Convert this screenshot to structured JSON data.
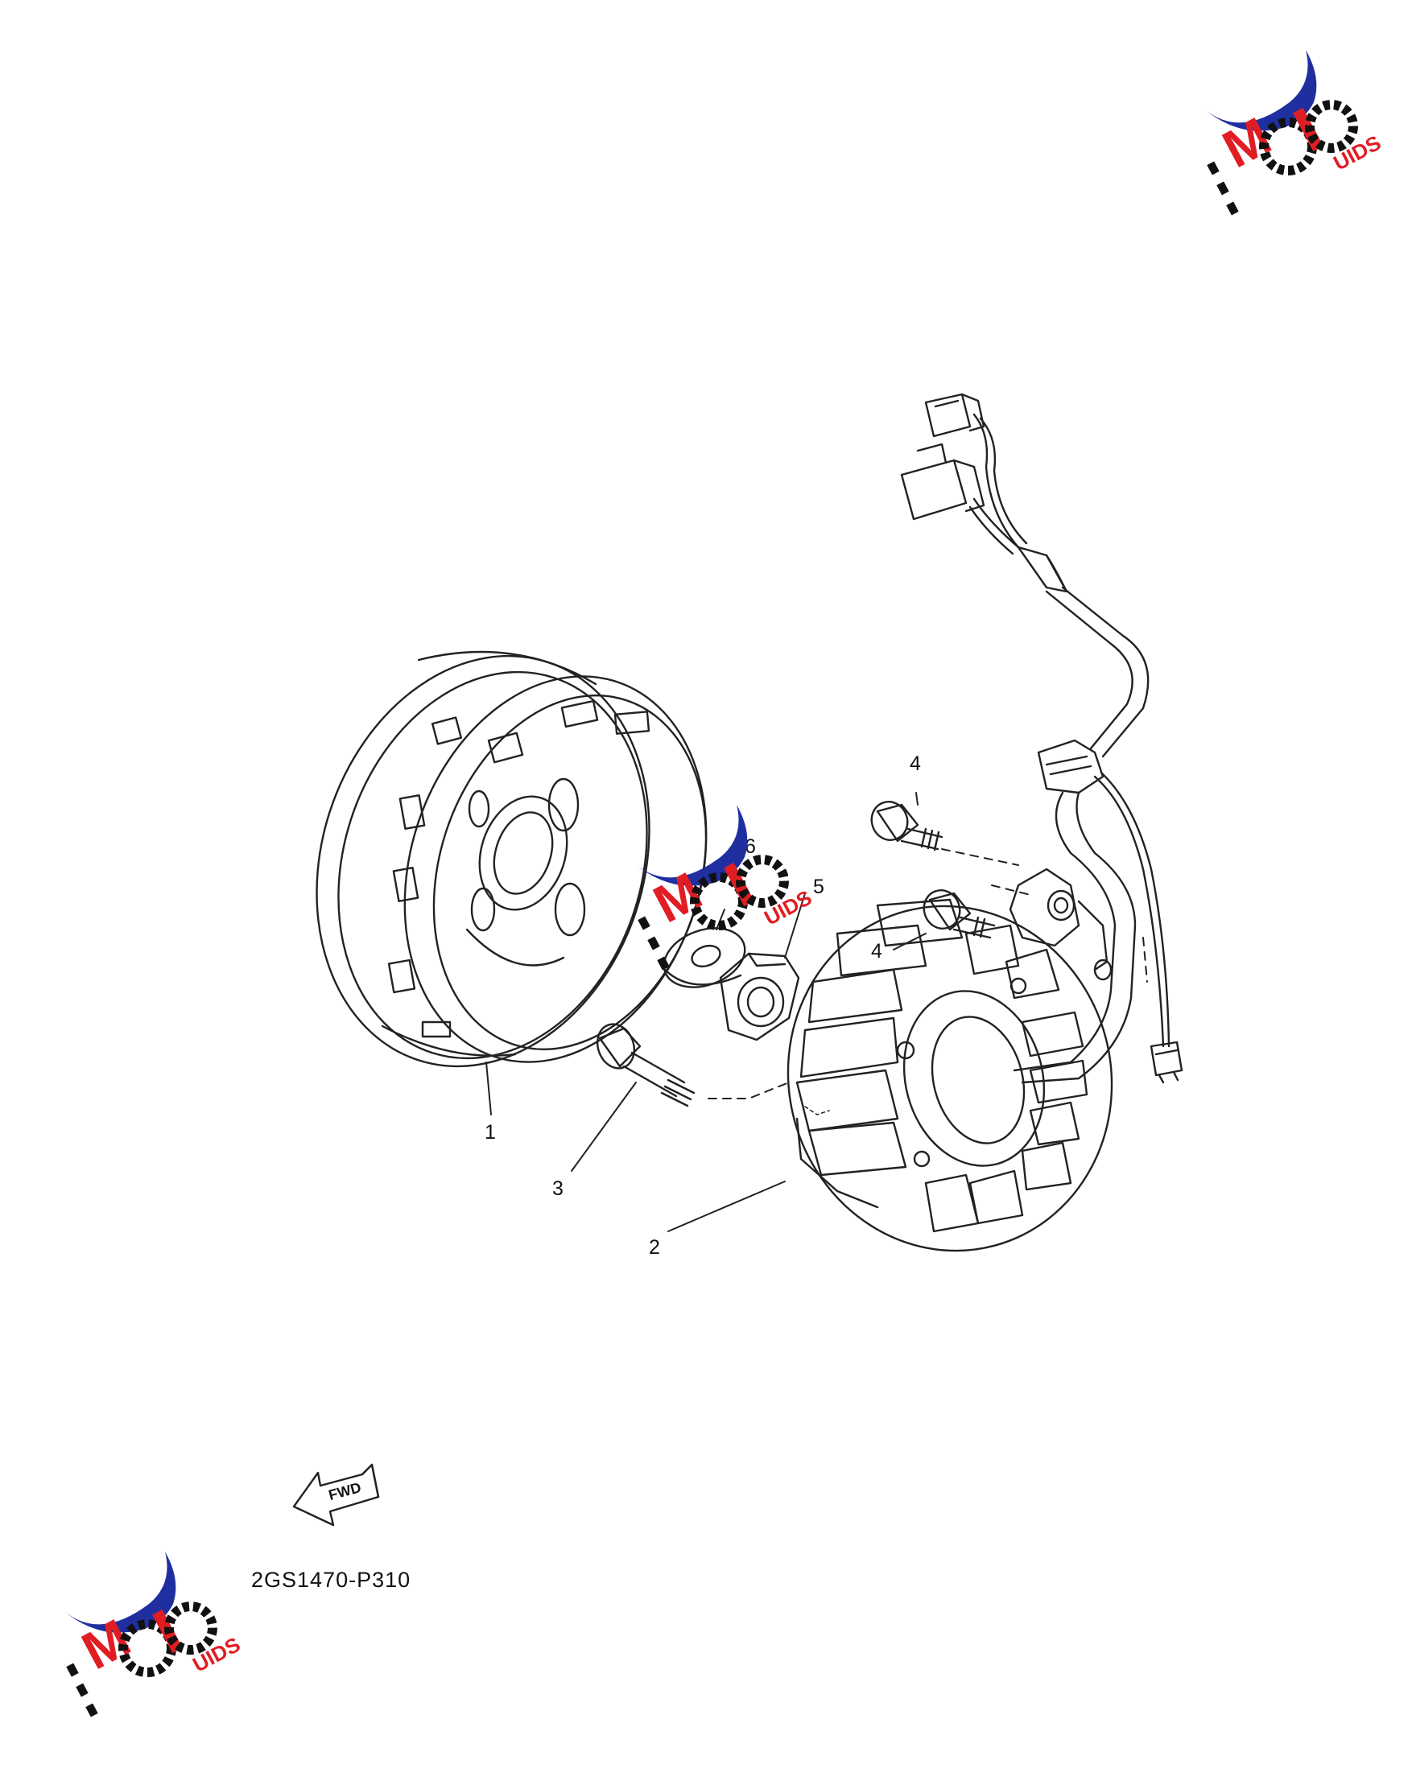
{
  "diagram": {
    "callouts": [
      {
        "id": "1",
        "text": "1"
      },
      {
        "id": "2",
        "text": "2"
      },
      {
        "id": "3",
        "text": "3"
      },
      {
        "id": "4a",
        "text": "4"
      },
      {
        "id": "4b",
        "text": "4"
      },
      {
        "id": "5",
        "text": "5"
      },
      {
        "id": "6",
        "text": "6"
      }
    ],
    "fwd_label": "FWD",
    "part_code": "2GS1470-P310"
  },
  "watermark": {
    "brand": "MOTO GUIDS",
    "colors": {
      "red": "#e11d24",
      "blue": "#1f2fa0",
      "black": "#111111"
    }
  }
}
